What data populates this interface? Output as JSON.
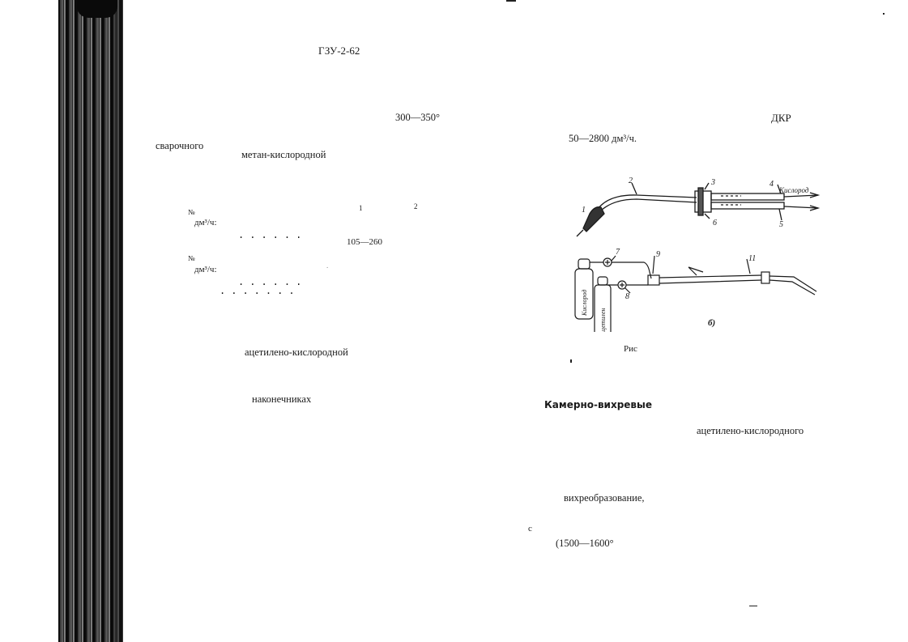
{
  "left_page": {
    "header": "ГЗУ-2-62",
    "temp_range": "300—350°",
    "word_welding": "сварочного",
    "word_methane": "метан-кислородной",
    "table": {
      "row1_no": "№",
      "row1_unit": "дм³/ч:",
      "col1": "1",
      "col2": "2",
      "dots_a": "......",
      "range": "105—260",
      "row2_no": "№",
      "row2_unit": "дм³/ч:",
      "dots_b": "......",
      "dots_c": ".......",
      "dots_extra": "."
    },
    "word_acetylene": "ацетилено-кислородной",
    "word_tips": "наконечниках"
  },
  "right_page": {
    "dkr": "ДКР",
    "flow_range": "50—2800 дм³/ч.",
    "figure": {
      "labels": {
        "n1": "1",
        "n2": "2",
        "n3": "3",
        "n4": "4",
        "n5": "5",
        "n6": "6",
        "n7": "7",
        "n8": "8",
        "n9": "9",
        "n11": "11",
        "oxygen_top": "Кислород",
        "oxygen_tank": "Кислород",
        "acetylene_tank": "Ацетилен",
        "sub_b": "б)"
      },
      "caption": "Рис"
    },
    "heading_vortex": "Камерно-вихревые",
    "word_acetylene_flame": "ацетилено-кислородного",
    "word_vortex": "вихреобразование,",
    "letter_c": "с",
    "temp_high": "(1500—1600°"
  }
}
